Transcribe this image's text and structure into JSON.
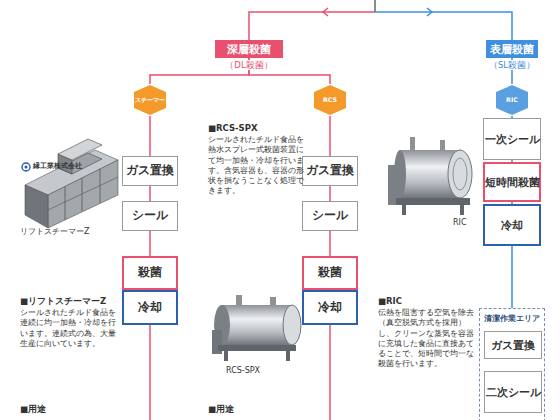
{
  "diagram": {
    "nodes": [
      {
        "text": [
          "深層殺菌",
          "（DL殺菌）"
        ]
      },
      {
        "text": [
          "表層殺菌",
          "（SL殺菌）"
        ]
      },
      {
        "text": [
          "スチーマー"
        ]
      },
      {
        "text": [
          "RCS"
        ]
      },
      {
        "text": [
          "RIC"
        ]
      },
      {
        "text": [
          "ガス置換"
        ]
      },
      {
        "text": [
          "シール"
        ]
      },
      {
        "text": [
          "殺菌"
        ]
      },
      {
        "text": [
          "冷却"
        ]
      },
      {
        "text": [
          "ガス置換"
        ]
      },
      {
        "text": [
          "シール"
        ]
      },
      {
        "text": [
          "殺菌"
        ]
      },
      {
        "text": [
          "冷却"
        ]
      },
      {
        "text": [
          "一次シール"
        ]
      },
      {
        "text": [
          "短時間殺菌"
        ]
      },
      {
        "text": [
          "冷却"
        ]
      },
      {
        "text": [
          "清潔作業エリア"
        ]
      },
      {
        "text": [
          "ガス置換"
        ],
        "in": 16
      },
      {
        "text": [
          "二次シール"
        ],
        "in": 16
      }
    ],
    "edges": [
      {
        "from": 0,
        "to": 2,
        "arrow": "none"
      },
      {
        "from": 0,
        "to": 3,
        "arrow": "none"
      },
      {
        "from": 2,
        "to": 5,
        "arrow": "none"
      },
      {
        "from": 5,
        "to": 6,
        "arrow": "none"
      },
      {
        "from": 6,
        "to": 7,
        "arrow": "none"
      },
      {
        "from": 7,
        "to": 8,
        "arrow": "none"
      },
      {
        "from": 3,
        "to": 9,
        "arrow": "none"
      },
      {
        "from": 9,
        "to": 10,
        "arrow": "none"
      },
      {
        "from": 10,
        "to": 11,
        "arrow": "none"
      },
      {
        "from": 11,
        "to": 12,
        "arrow": "none"
      },
      {
        "from": 1,
        "to": 4,
        "arrow": "none"
      },
      {
        "from": 4,
        "to": 13,
        "arrow": "none"
      },
      {
        "from": 13,
        "to": 14,
        "arrow": "none"
      },
      {
        "from": 14,
        "to": 15,
        "arrow": "none"
      },
      {
        "from": 15,
        "to": 16,
        "arrow": "none"
      },
      {
        "from": 17,
        "to": 18,
        "arrow": "none"
      }
    ],
    "labels": [
      "■RCS-SPX",
      "シールされたチルド食品を熱水スプレー式殺菌装置にて均一加熱・冷却を行います。含気容器も、容器の形状を損なうことなく処理できます。",
      "縁工業株式会社",
      "リフトスチーマーZ",
      "RIC",
      "■リフトスチーマーZ",
      "シールされたチルド食品を連続に均一加熱・冷却を行います。連続式の為、大量生産に向いています。",
      "■RIC",
      "伝熱を阻害する空気を除去（真空脱気方式を採用）し、クリーンな蒸気を容器に充填した食品に直接あてることで、短時間で均一な殺菌を行います。",
      "RCS-SPX",
      "■用途",
      "■用途"
    ]
  }
}
